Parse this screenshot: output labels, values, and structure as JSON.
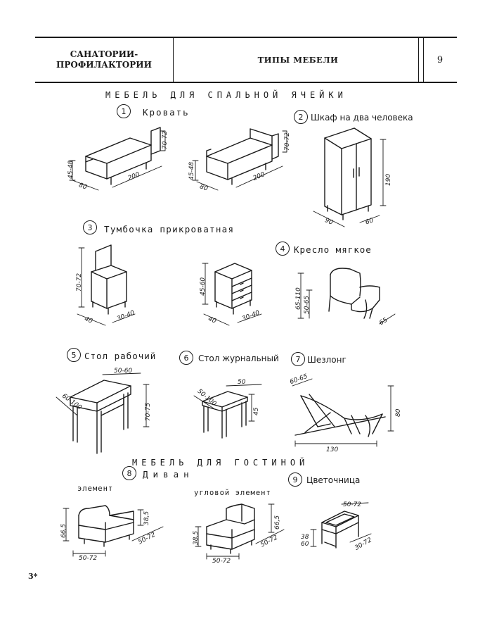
{
  "header": {
    "category_line1": "САНАТОРИИ-",
    "category_line2": "ПРОФИЛАКТОРИИ",
    "title": "ТИПЫ МЕБЕЛИ",
    "page": "9"
  },
  "sections": {
    "bedroom": "МЕБЕЛЬ ДЛЯ СПАЛЬНОЙ ЯЧЕЙКИ",
    "living": "МЕБЕЛЬ ДЛЯ ГОСТИНОЙ"
  },
  "items": {
    "i1": {
      "num": "1",
      "name": "Кровать"
    },
    "i2": {
      "num": "2",
      "name": "Шкаф на два человека"
    },
    "i3": {
      "num": "3",
      "name": "Тумбочка прикроватная"
    },
    "i4": {
      "num": "4",
      "name": "Кресло мягкое"
    },
    "i5": {
      "num": "5",
      "name": "Стол рабочий"
    },
    "i6": {
      "num": "6",
      "name": "Стол журнальный"
    },
    "i7": {
      "num": "7",
      "name": "Шезлонг"
    },
    "i8": {
      "num": "8",
      "name": "Диван"
    },
    "i9": {
      "num": "9",
      "name": "Цветочница"
    }
  },
  "sublabels": {
    "element": "элемент",
    "corner": "угловой элемент"
  },
  "dims": {
    "bed1_h": "45-48",
    "bed1_w": "80",
    "bed1_l": "200",
    "bed1_head": "70-72",
    "bed2_h": "45-48",
    "bed2_w": "80",
    "bed2_l": "200",
    "bed2_head": "70-72",
    "wardrobe_h": "190",
    "wardrobe_w": "90",
    "wardrobe_d": "60",
    "nst1_h": "70-72",
    "nst1_w": "40",
    "nst1_d": "30-40",
    "nst2_h": "45-60",
    "nst2_w": "40",
    "nst2_d": "30-40",
    "arm_h": "65-110",
    "arm_seat": "50-65",
    "arm_w": "65",
    "desk_l": "50-60",
    "desk_w": "60-100",
    "desk_h": "70-75",
    "ct_l": "50",
    "ct_w": "50-100",
    "ct_h": "45",
    "lounge_top": "60-65",
    "lounge_h": "80",
    "lounge_l": "130",
    "sofa1_h": "66,5",
    "sofa1_seat": "38,5",
    "sofa1_d": "50-72",
    "sofa1_w": "50-72",
    "sofa2_h": "66,5",
    "sofa2_seat": "38,5",
    "sofa2_d": "50-72",
    "sofa2_w": "50-72",
    "fl_top": "50-72",
    "fl_h1": "38",
    "fl_h2": "60",
    "fl_d": "30-72"
  },
  "footer": {
    "mark": "3*"
  }
}
